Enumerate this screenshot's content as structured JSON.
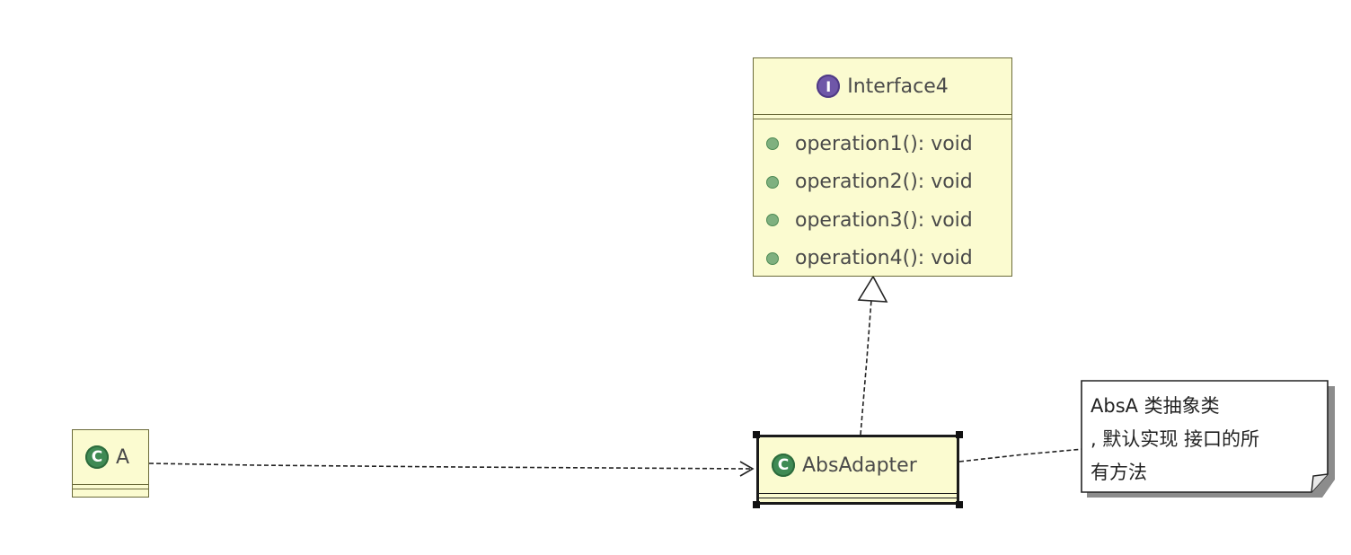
{
  "interface4": {
    "icon_letter": "I",
    "name": "Interface4",
    "operations": [
      "operation1(): void",
      "operation2(): void",
      "operation3(): void",
      "operation4(): void"
    ]
  },
  "class_a": {
    "icon_letter": "C",
    "name": "A"
  },
  "absadapter": {
    "icon_letter": "C",
    "name": "AbsAdapter"
  },
  "note": {
    "lines": [
      "AbsA 类抽象类",
      ", 默认实现 接口的所",
      "有方法"
    ]
  },
  "colors": {
    "box_fill": "#fbfbd0",
    "box_border": "#6b6b3a",
    "interface_icon": "#6f57a8",
    "class_icon": "#3f8a54",
    "operation_dot": "#7fb07f",
    "selection": "#1a1a1a"
  },
  "icons": {
    "interface": "interface-icon",
    "class": "class-icon",
    "operation": "public-method-icon"
  }
}
